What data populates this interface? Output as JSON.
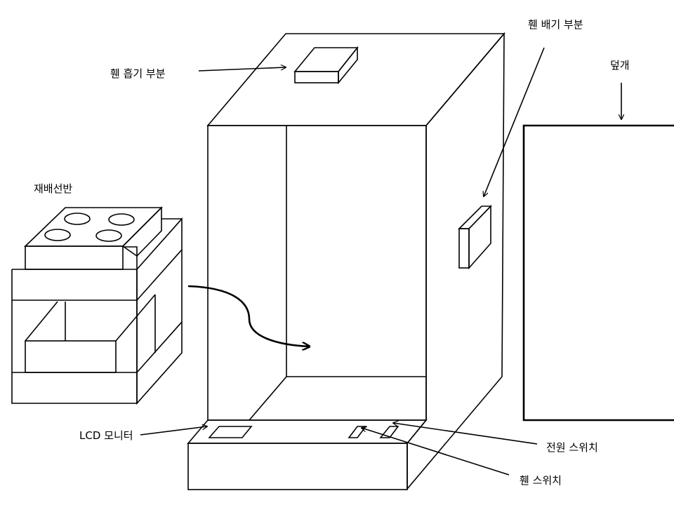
{
  "labels": {
    "fan_intake": "휀 흡기 부분",
    "fan_exhaust": "휀 배기 부분",
    "cover": "덮개",
    "redistribution_shelf": "재배선반",
    "lcd_monitor": "LCD 모니터",
    "power_switch": "전원 스위치",
    "fan_switch": "휀 스위치"
  },
  "colors": {
    "line": "#000000",
    "background": "#ffffff"
  }
}
